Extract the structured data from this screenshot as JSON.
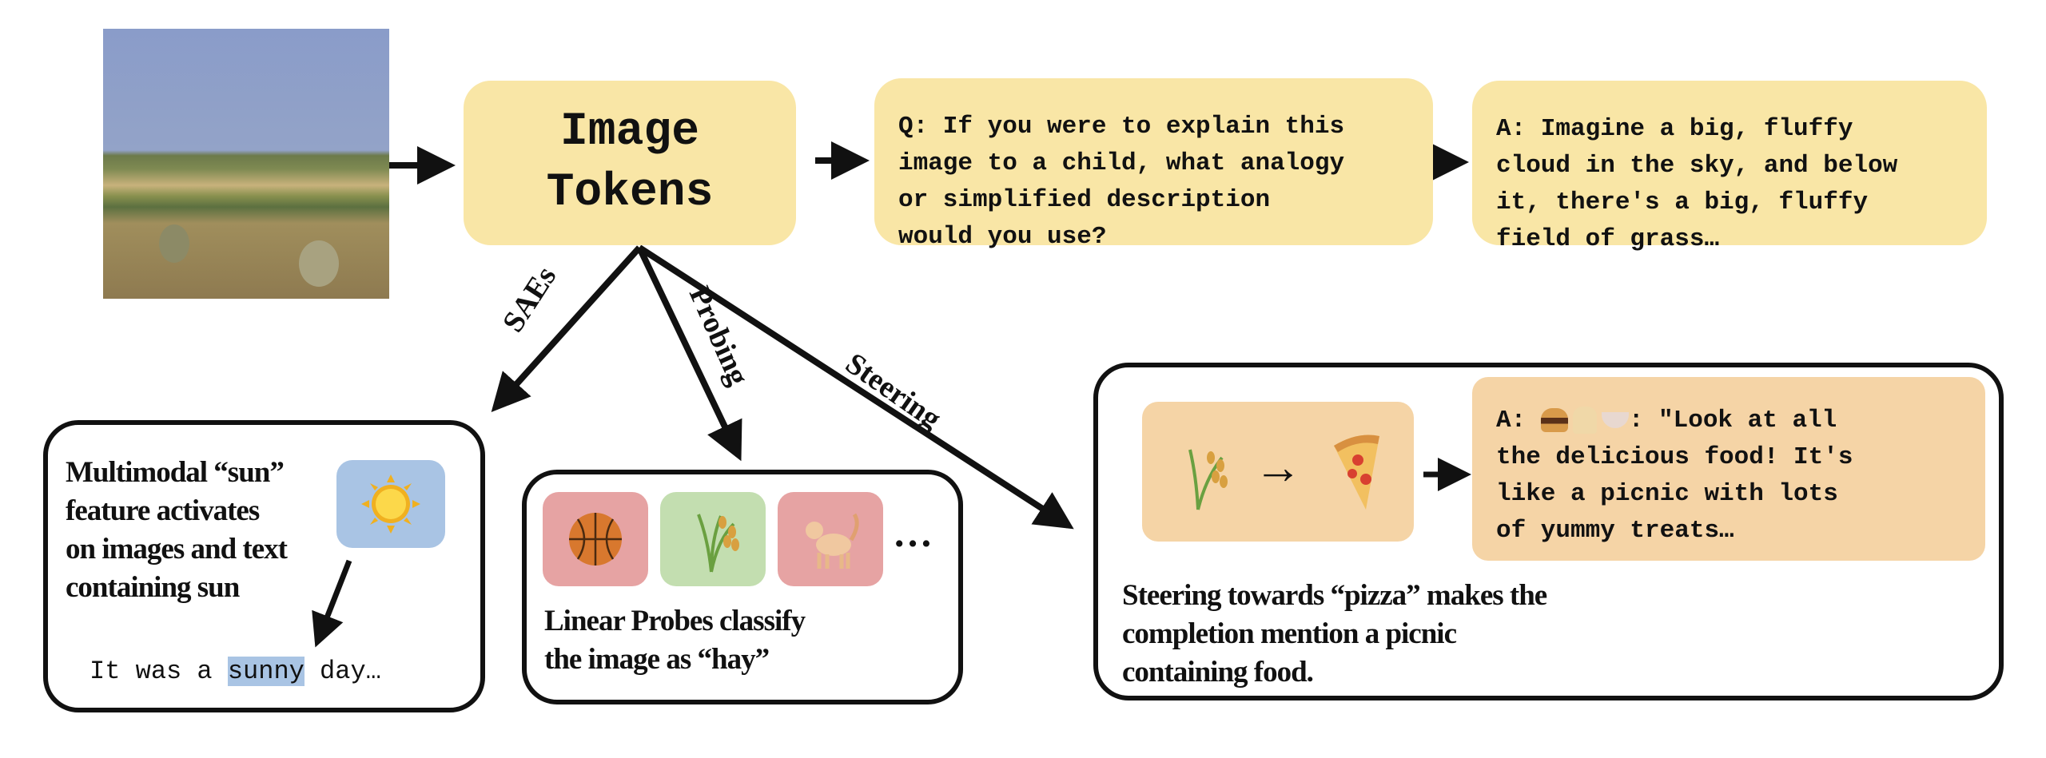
{
  "image_tokens": {
    "lines": [
      "Image",
      "Tokens"
    ]
  },
  "question": {
    "lines": [
      "Q: If you were to explain this",
      "image to a child, what analogy",
      "or simplified description",
      "would you use?"
    ]
  },
  "answer": {
    "lines": [
      "A: Imagine a big, fluffy",
      "cloud in the sky, and below",
      "it, there's a big, fluffy",
      "field of grass…"
    ]
  },
  "branches": {
    "saes": "SAEs",
    "probing": "Probing",
    "steering": "Steering"
  },
  "sae_panel": {
    "lines": [
      "Multimodal “sun”",
      "feature activates",
      "on images and text",
      "containing sun"
    ],
    "sentence_pre": "It was a ",
    "sentence_highlight": "sunny",
    "sentence_post": " day…",
    "highlight_color": "#a9c4e4"
  },
  "probe_panel": {
    "tiles": [
      {
        "icon": "basketball-icon",
        "color": "#e6a3a3"
      },
      {
        "icon": "rice-icon",
        "color": "#c3deb0"
      },
      {
        "icon": "cat-icon",
        "color": "#e6a3a3"
      }
    ],
    "ellipsis": "…",
    "lines": [
      "Linear Probes classify",
      "the image as “hay”"
    ]
  },
  "steer_panel": {
    "arrow_glyph": "→",
    "answer_prefix": "A: ",
    "answer_after_icons": ": \"Look at all",
    "answer_lines": [
      "the delicious food! It's",
      "like a picnic with lots",
      "of yummy treats…"
    ],
    "lines": [
      "Steering towards “pizza” makes the",
      "completion mention a picnic",
      "containing food."
    ]
  },
  "colors": {
    "yellow": "#f9e6a6",
    "orange": "#f5d4a6",
    "blue": "#a9c4e4",
    "red": "#e6a3a3",
    "green": "#c3deb0"
  }
}
